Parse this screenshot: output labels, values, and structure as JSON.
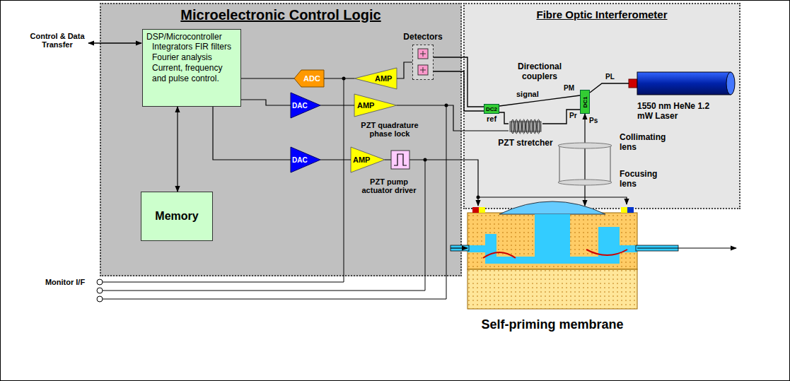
{
  "diagram": {
    "nodes": [
      {
        "text": [
          "Microelectronic Control Logic"
        ]
      },
      {
        "text": [
          "DSP/Microcontroller",
          "Integrators FIR filters Fourier analysis Current, frequency and pulse control."
        ],
        "in": 0
      },
      {
        "text": [
          "Memory"
        ],
        "in": 0
      },
      {
        "text": [
          "ADC"
        ],
        "in": 0
      },
      {
        "text": [
          "AMP"
        ],
        "in": 0
      },
      {
        "text": [
          "DAC"
        ],
        "in": 0
      },
      {
        "text": [
          "AMP"
        ],
        "in": 0
      },
      {
        "text": [
          "DAC"
        ],
        "in": 0
      },
      {
        "text": [
          "AMP"
        ],
        "in": 0
      },
      {
        "text": [
          "Detectors"
        ],
        "in": 0
      },
      {
        "text": [
          "Fibre Optic Interferometer"
        ]
      },
      {
        "text": [
          "DC2"
        ],
        "in": 10
      },
      {
        "text": [
          "DC1"
        ],
        "in": 10
      },
      {
        "text": [
          "1550 nm HeNe 1.2 mW Laser"
        ],
        "in": 10
      },
      {
        "text": [
          "PZT stretcher"
        ],
        "in": 10
      },
      {
        "text": [
          "Self-priming membrane"
        ]
      }
    ],
    "edges": [
      {
        "from": 1,
        "to": 2,
        "arrow": "both"
      },
      {
        "from": 3,
        "to": 1,
        "arrow": "none"
      },
      {
        "from": 4,
        "to": 3,
        "arrow": "none"
      },
      {
        "from": 9,
        "to": 4,
        "arrow": "none"
      },
      {
        "from": 1,
        "to": 5,
        "arrow": "none"
      },
      {
        "from": 5,
        "to": 6,
        "arrow": "none"
      },
      {
        "from": 6,
        "to": 14,
        "arrow": "none"
      },
      {
        "from": 1,
        "to": 7,
        "arrow": "none"
      },
      {
        "from": 7,
        "to": 8,
        "arrow": "none"
      },
      {
        "from": 8,
        "to": 15,
        "arrow": "to"
      },
      {
        "from": 9,
        "to": 11,
        "arrow": "none"
      },
      {
        "from": 11,
        "to": 12,
        "label": "signal",
        "arrow": "none"
      },
      {
        "from": 11,
        "to": 14,
        "label": "ref",
        "arrow": "none"
      },
      {
        "from": 14,
        "to": 12,
        "arrow": "none"
      },
      {
        "from": 13,
        "to": 12,
        "arrow": "none"
      },
      {
        "from": 12,
        "to": 15,
        "arrow": "both"
      }
    ],
    "labels": [
      "Control & Data Transfer",
      "Monitor I/F",
      "PZT quadrature phase lock",
      "PZT pump actuator driver",
      "Directional couplers",
      "PM",
      "PL",
      "Pr",
      "Ps",
      "Collimating lens",
      "Focusing lens"
    ]
  }
}
